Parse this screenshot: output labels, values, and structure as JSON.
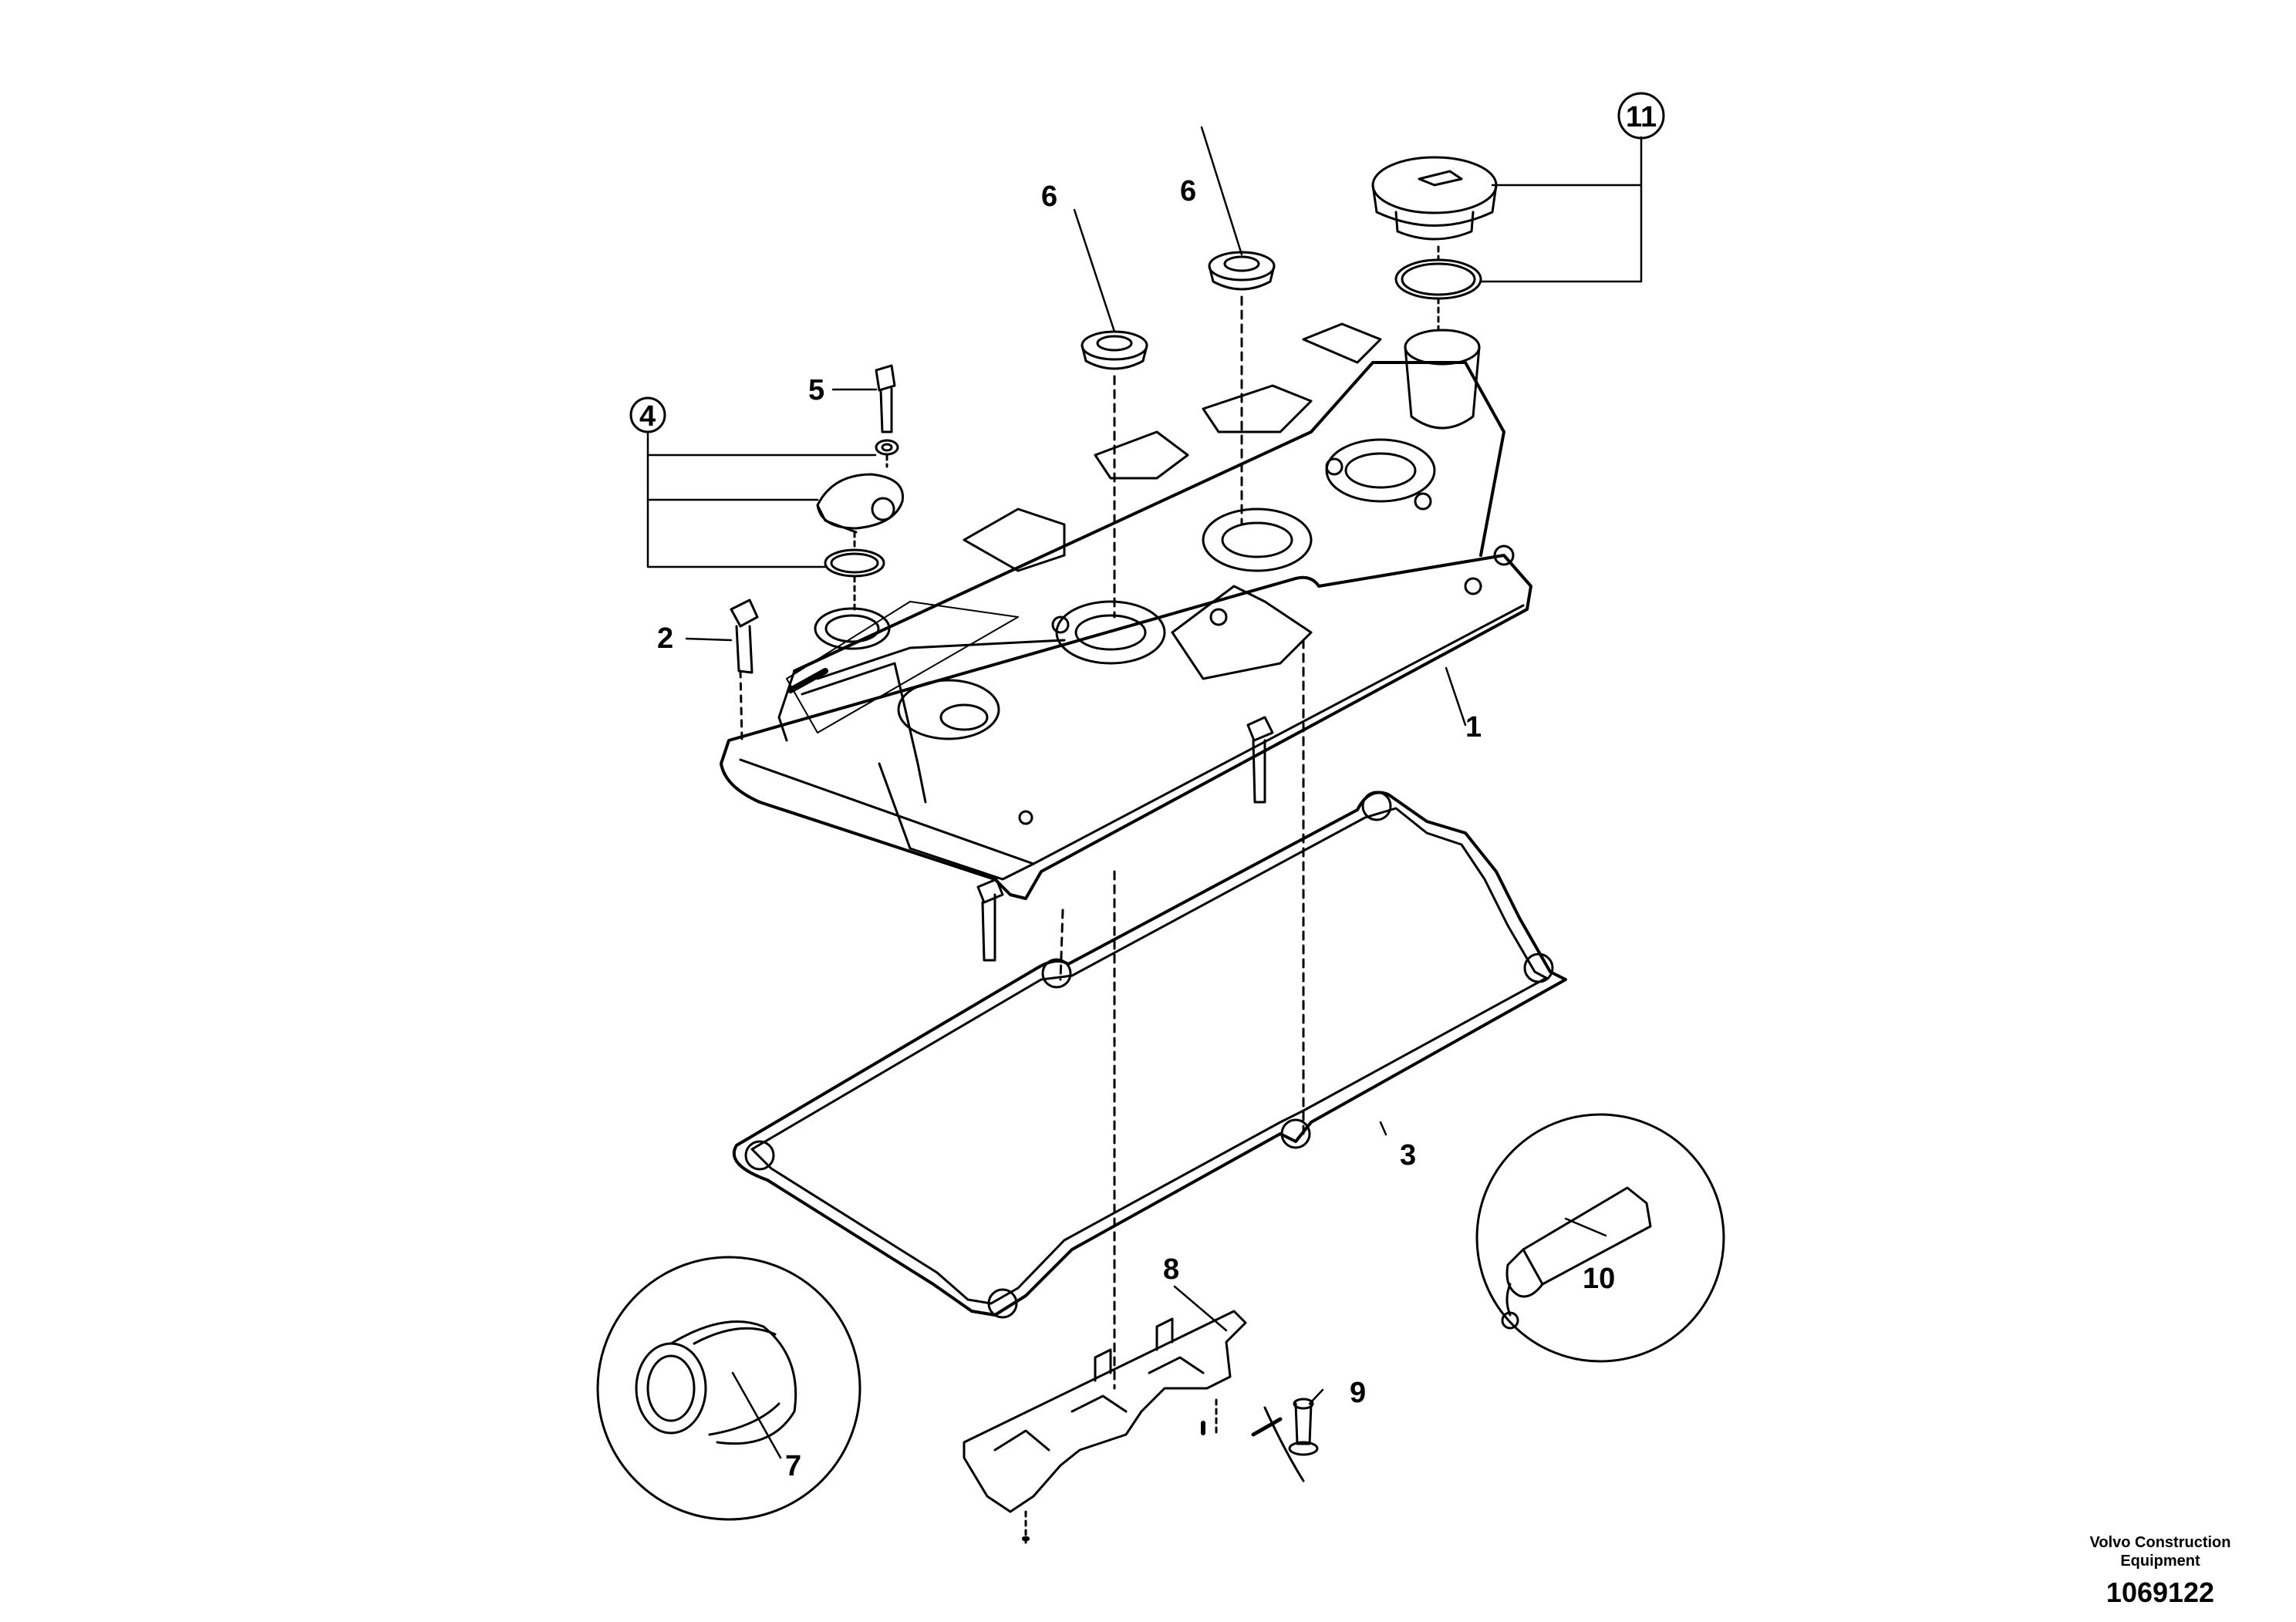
{
  "callouts": {
    "c1": "1",
    "c2": "2",
    "c3": "3",
    "c4": "4",
    "c5": "5",
    "c6a": "6",
    "c6b": "6",
    "c7": "7",
    "c8": "8",
    "c9": "9",
    "c10": "10",
    "c11": "11"
  },
  "footer": {
    "company_line1": "Volvo Construction",
    "company_line2": "Equipment",
    "drawing_number": "1069122"
  }
}
